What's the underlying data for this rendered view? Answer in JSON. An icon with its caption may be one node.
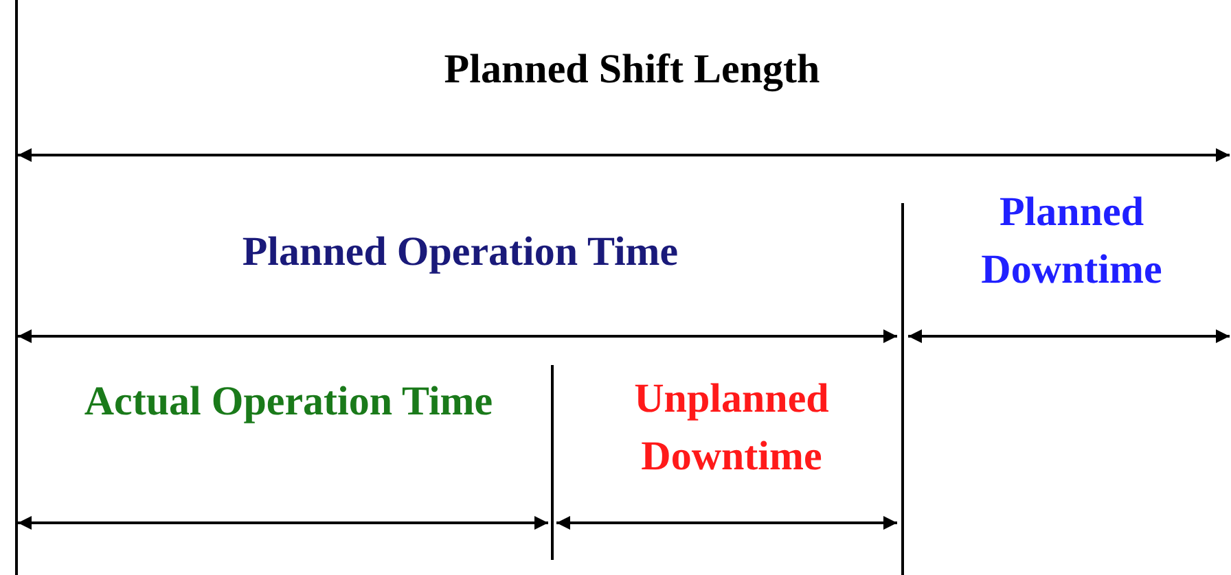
{
  "diagram": {
    "labels": [
      "Planned Shift Length",
      "Planned Operation Time",
      "Planned Downtime",
      "Actual Operation Time",
      "Unplanned Downtime"
    ]
  }
}
